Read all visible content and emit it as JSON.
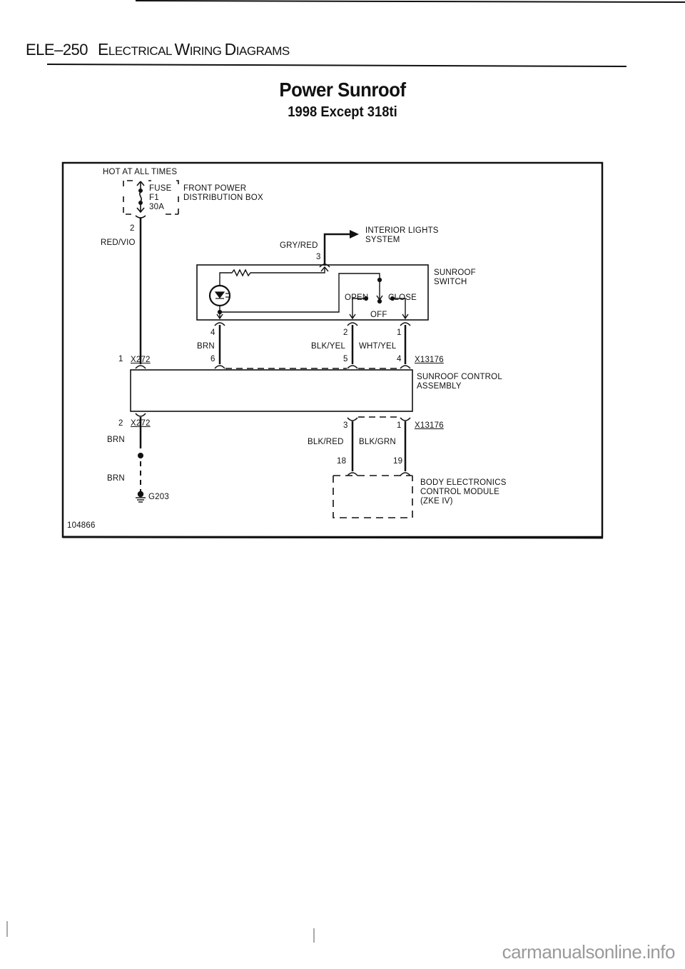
{
  "page": {
    "section_code": "ELE–250",
    "section_title_big_1": "E",
    "section_title_small_1": "LECTRICAL ",
    "section_title_big_2": "W",
    "section_title_small_2": "IRING ",
    "section_title_big_3": "D",
    "section_title_small_3": "IAGRAMS",
    "title": "Power Sunroof",
    "subtitle": "1998 Except 318ti",
    "watermark": "carmanualsonline.info"
  },
  "diagram": {
    "figure_number": "104866",
    "power_source": {
      "label": "HOT AT ALL TIMES",
      "fuse_label": "FUSE",
      "fuse_id": "F1",
      "fuse_rating": "30A",
      "box_name_line1": "FRONT POWER",
      "box_name_line2": "DISTRIBUTION BOX",
      "pin": "2",
      "wire": "RED/VIO"
    },
    "interior_lights": {
      "line1": "INTERIOR LIGHTS",
      "line2": "SYSTEM",
      "wire": "GRY/RED",
      "pin": "3"
    },
    "sunroof_switch": {
      "name_line1": "SUNROOF",
      "name_line2": "SWITCH",
      "positions": [
        "OPEN",
        "OFF",
        "CLOSE"
      ],
      "pins": [
        {
          "switch_pin": "4",
          "wire": "BRN",
          "assembly_pin": "6"
        },
        {
          "switch_pin": "2",
          "wire": "BLK/YEL",
          "assembly_pin": "5"
        },
        {
          "switch_pin": "1",
          "wire": "WHT/YEL",
          "assembly_pin": "4"
        }
      ]
    },
    "control_assembly": {
      "name_line1": "SUNROOF CONTROL",
      "name_line2": "ASSEMBLY",
      "connector_left": "X272",
      "connector_right": "X13176",
      "power_pin": "1",
      "ground_pin": "2",
      "lower_pins": [
        {
          "assembly_pin": "3",
          "wire": "BLK/RED",
          "module_pin": "18"
        },
        {
          "assembly_pin": "1",
          "wire": "BLK/GRN",
          "module_pin": "19"
        }
      ]
    },
    "ground": {
      "wire_upper": "BRN",
      "wire_lower": "BRN",
      "ground_id": "G203"
    },
    "body_module": {
      "line1": "BODY ELECTRONICS",
      "line2": "CONTROL MODULE",
      "line3": "(ZKE IV)"
    }
  }
}
